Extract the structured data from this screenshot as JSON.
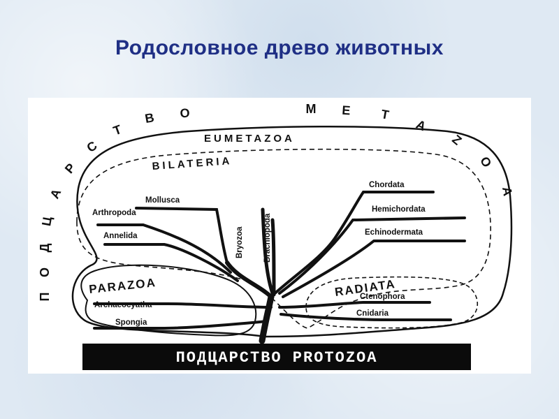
{
  "slide": {
    "title": "Родословное древо животных"
  },
  "diagram": {
    "top_label": "ПОДЦАРСТВО METAZOA",
    "top_label_left": "ПОДЦАРСТВО",
    "top_label_right": "METAZOA",
    "top_label_chars": [
      "П",
      "О",
      "Д",
      "Ц",
      "А",
      "Р",
      "С",
      "Т",
      "В",
      "О",
      "M",
      "E",
      "T",
      "A",
      "Z",
      "O",
      "A"
    ],
    "eumetazoa": "EUMETAZOA",
    "bilateria": "BILATERIA",
    "parazoa": "PARAZOA",
    "radiata": "RADIATA",
    "base": "ПОДЦАРСТВО PROTOZOA",
    "taxa": {
      "mollusca": "Mollusca",
      "arthropoda": "Arthropoda",
      "annelida": "Annelida",
      "bryozoa": "Bryozoa",
      "brachiopoda": "Brachiopoda",
      "chordata": "Chordata",
      "hemichordata": "Hemichordata",
      "echinodermata": "Echinodermata",
      "archaeocyatha": "Archaeocyatha",
      "spongia": "Spongia",
      "ctenophora": "Ctenophora",
      "cnidaria": "Cnidaria"
    }
  }
}
